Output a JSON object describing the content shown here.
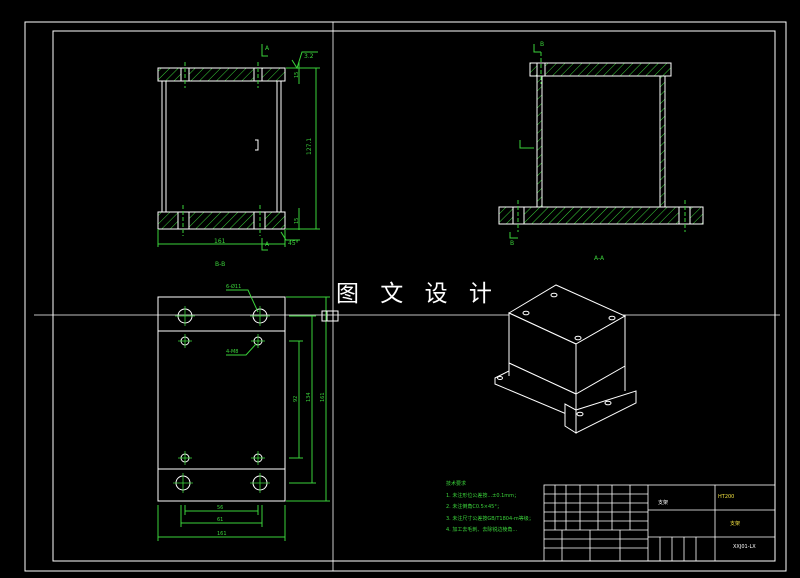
{
  "watermark": "图 文 设 计",
  "view_labels": {
    "top_left": "B-B",
    "top_right": "A-A"
  },
  "section_marks": {
    "a": "A",
    "b": "B"
  },
  "dimensions": {
    "top_width": "161",
    "height": "127.1",
    "roughness": "3.2",
    "thickness_top": "15",
    "thickness_bottom": "15",
    "angle": "45°",
    "holes_large": "6-Ø11",
    "holes_small": "4-M8",
    "bottom_width": "161",
    "spacing_56": "56",
    "spacing_61": "61",
    "height_92": "92",
    "height_134": "134",
    "height_161": "161"
  },
  "tech_notes": {
    "title": "技术要求",
    "items": [
      "1. 未注形位公差按...±0.1mm；",
      "2. 未注倒角C0.5×45°；",
      "3. 未注尺寸公差按GB/T1804-m等级；",
      "4. 加工去毛刺、去除锐边棱角..."
    ]
  },
  "title_block": {
    "material": "HT200",
    "name": "支架",
    "drawing_no": "XXJ01-LX"
  }
}
